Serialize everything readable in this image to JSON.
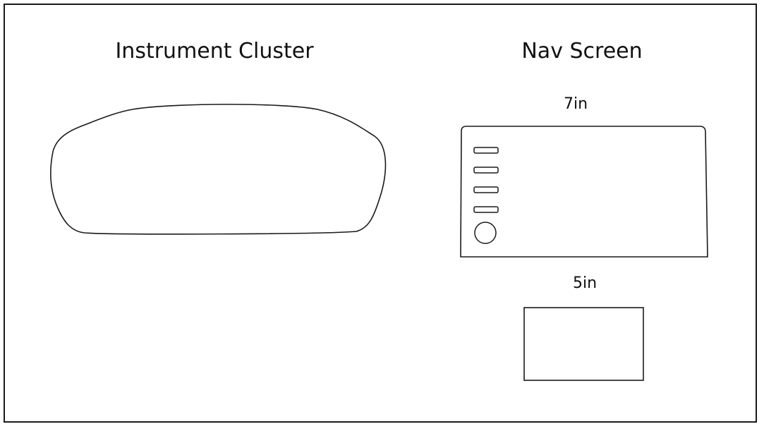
{
  "sections": {
    "instrument_cluster": {
      "title": "Instrument Cluster"
    },
    "nav_screen": {
      "title": "Nav Screen",
      "options": [
        {
          "size_label": "7in"
        },
        {
          "size_label": "5in"
        }
      ]
    }
  },
  "colors": {
    "stroke": "#1a1a1a",
    "background": "#ffffff"
  }
}
